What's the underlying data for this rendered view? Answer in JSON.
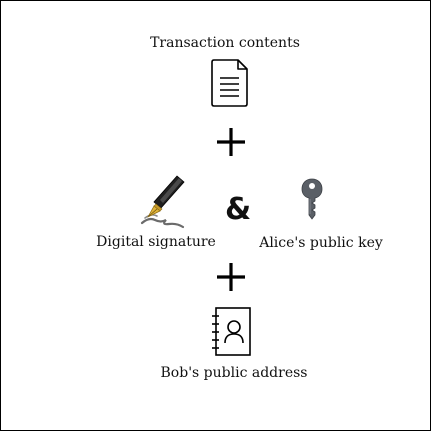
{
  "diagram": {
    "transaction_label": "Transaction contents",
    "transaction_icon": "document-icon",
    "plus_icon": "plus-icon",
    "ampersand": "&",
    "signature_label": "Digital signature",
    "signature_icon": "fountain-pen-icon",
    "public_key_label": "Alice's public key",
    "public_key_icon": "key-icon",
    "address_label": "Bob's public address",
    "address_icon": "address-book-icon"
  }
}
